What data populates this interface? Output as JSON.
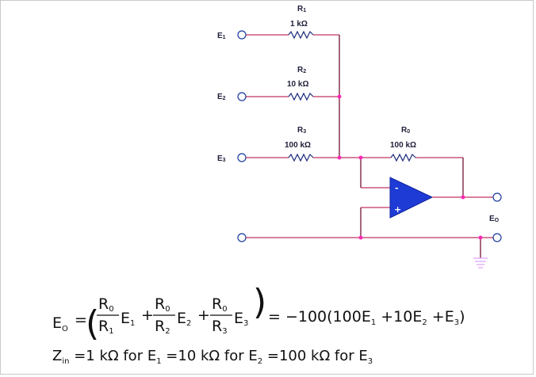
{
  "circuit": {
    "inputs": [
      {
        "name": "E",
        "sub": "1"
      },
      {
        "name": "E",
        "sub": "2"
      },
      {
        "name": "E",
        "sub": "3"
      }
    ],
    "resistors": [
      {
        "name": "R",
        "sub": "1",
        "value": "1 kΩ"
      },
      {
        "name": "R",
        "sub": "2",
        "value": "10 kΩ"
      },
      {
        "name": "R",
        "sub": "3",
        "value": "100 kΩ"
      },
      {
        "name": "R",
        "sub": "0",
        "value": "100 kΩ"
      }
    ],
    "output": {
      "name": "E",
      "sub": "O"
    },
    "opamp": {
      "inv": "-",
      "noninv": "+"
    },
    "colors": {
      "wire": "#b0003a",
      "node": "#ff2ab5",
      "opamp": "#1f3bd6",
      "terminal": "#1b3aa0"
    },
    "icons": [
      "ground-icon",
      "opamp-triangle-icon",
      "resistor-icon",
      "terminal-icon"
    ]
  },
  "equation": {
    "lhs_var": "E",
    "lhs_sub": "O",
    "equals": "=",
    "terms": [
      {
        "num": "R",
        "num_sub": "0",
        "den": "R",
        "den_sub": "1",
        "var": "E",
        "var_sub": "1",
        "op": "+"
      },
      {
        "num": "R",
        "num_sub": "0",
        "den": "R",
        "den_sub": "2",
        "var": "E",
        "var_sub": "2",
        "op": "+"
      },
      {
        "num": "R",
        "num_sub": "0",
        "den": "R",
        "den_sub": "3",
        "var": "E",
        "var_sub": "3",
        "op": ""
      }
    ],
    "rhs_prefix": "= −100(100E",
    "rhs_s1": "1",
    "rhs_mid1": " +10E",
    "rhs_s2": "2",
    "rhs_mid2": " +E",
    "rhs_s3": "3",
    "rhs_close": ")",
    "line2": {
      "z": "Z",
      "z_sub": "in",
      "seg1": " =1 kΩ for E",
      "sub1": "1",
      "seg2": " =10 kΩ for E",
      "sub2": "2",
      "seg3": " =100 kΩ for E",
      "sub3": "3"
    }
  }
}
